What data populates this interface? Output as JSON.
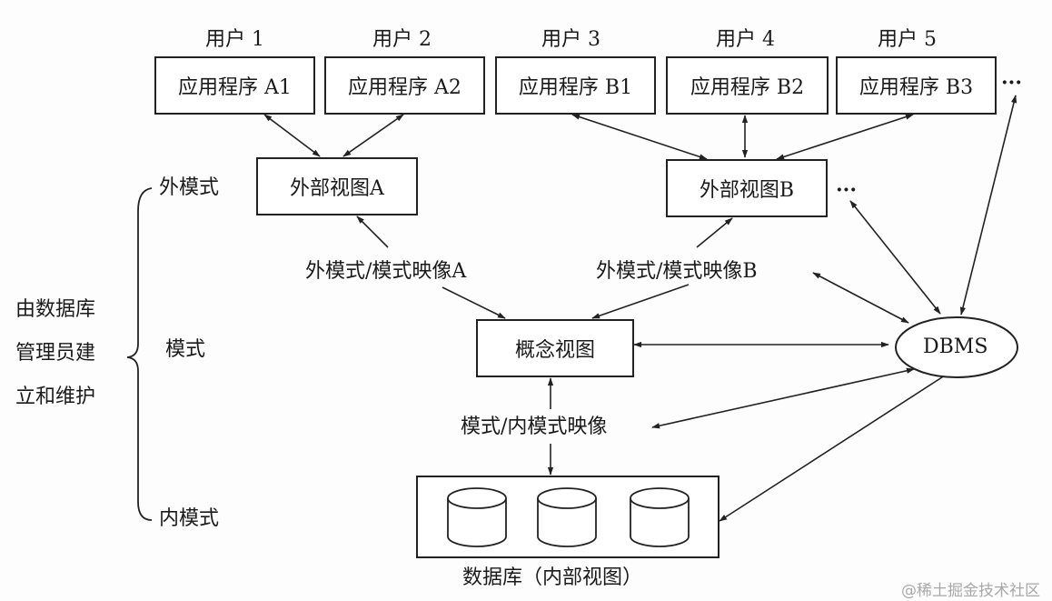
{
  "users": [
    {
      "label": "用户 1",
      "app": "应用程序  A1"
    },
    {
      "label": "用户 2",
      "app": "应用程序  A2"
    },
    {
      "label": "用户 3",
      "app": "应用程序  B1"
    },
    {
      "label": "用户 4",
      "app": "应用程序  B2"
    },
    {
      "label": "用户 5",
      "app": "应用程序  B3"
    }
  ],
  "ellipsis": "···",
  "external_views": {
    "a": "外部视图A",
    "b": "外部视图B"
  },
  "mappings": {
    "ext_a": "外模式/模式映像A",
    "ext_b": "外模式/模式映像B",
    "internal": "模式/内模式映像"
  },
  "conceptual_view": "概念视图",
  "dbms": "DBMS",
  "database_label": "数据库（内部视图）",
  "levels": {
    "external": "外模式",
    "conceptual": "模式",
    "internal": "内模式"
  },
  "admin_note": [
    "由数据库",
    "管理员建",
    "立和维护"
  ],
  "watermark": "@稀土掘金技术社区"
}
